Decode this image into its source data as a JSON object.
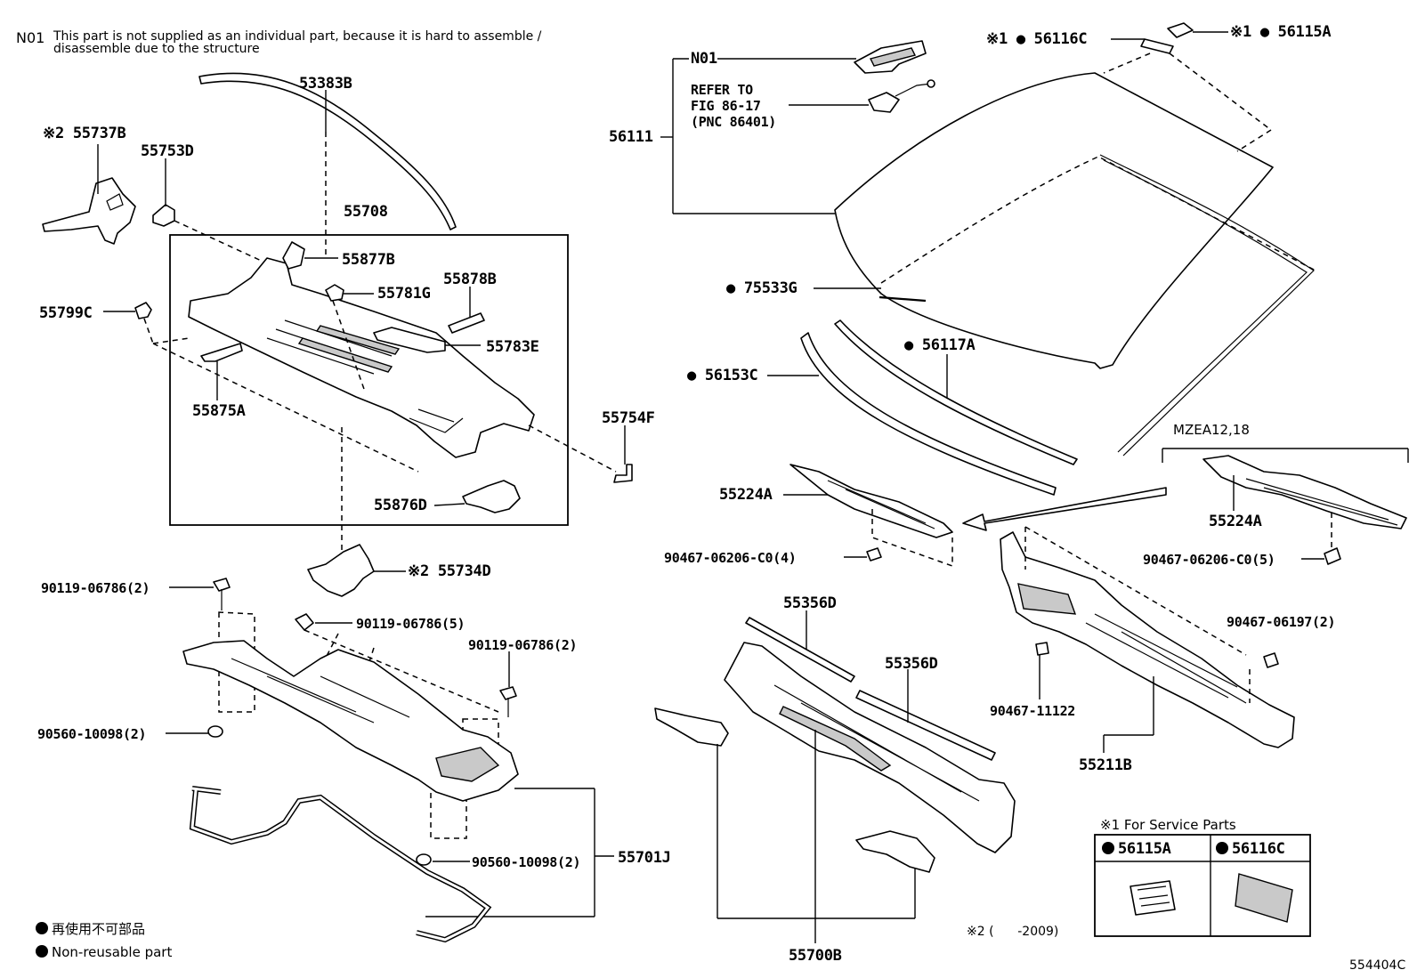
{
  "header": {
    "code": "N01",
    "note_line1": "This part is not supplied as an individual part, because it is hard to assemble /",
    "note_line2": "disassemble due to the structure"
  },
  "parts": {
    "p53383B": "53383B",
    "p55737B": "※2 55737B",
    "p55753D": "55753D",
    "p55708": "55708",
    "p55877B": "55877B",
    "p55878B": "55878B",
    "p55781G": "55781G",
    "p55799C": "55799C",
    "p55783E": "55783E",
    "p55875A": "55875A",
    "p55754F": "55754F",
    "p55876D": "55876D",
    "p55734D": "※2 55734D",
    "p90119a": "90119-06786(2)",
    "p90119b": "90119-06786(5)",
    "p90119c": "90119-06786(2)",
    "p90560a": "90560-10098(2)",
    "p90560b": "90560-10098(2)",
    "p55701J": "55701J",
    "pN01": "N01",
    "refer1": "REFER TO",
    "refer2": "FIG 86-17",
    "refer3": "(PNC 86401)",
    "p56111": "56111",
    "p56116C": "※1 ● 56116C",
    "p56115A": "※1 ● 56115A",
    "p75533G": "● 75533G",
    "p56117A": "● 56117A",
    "p56153C": "● 56153C",
    "p55224A_l": "55224A",
    "p90467_4": "90467-06206-C0(4)",
    "mzea": "MZEA12,18",
    "p55224A_r": "55224A",
    "p90467_5": "90467-06206-C0(5)",
    "p55356D_a": "55356D",
    "p55356D_b": "55356D",
    "p90467_2": "90467-06197(2)",
    "p90467_11122": "90467-11122",
    "p55211B": "55211B",
    "p55700B": "55700B"
  },
  "legend": {
    "jp": "再使用不可部品",
    "en": "Non-reusable part"
  },
  "service_box": {
    "title": "※1 For Service Parts",
    "col1": "56115A",
    "col2": "56116C"
  },
  "footnote": "※2 (      -2009)",
  "figure_id": "554404C"
}
